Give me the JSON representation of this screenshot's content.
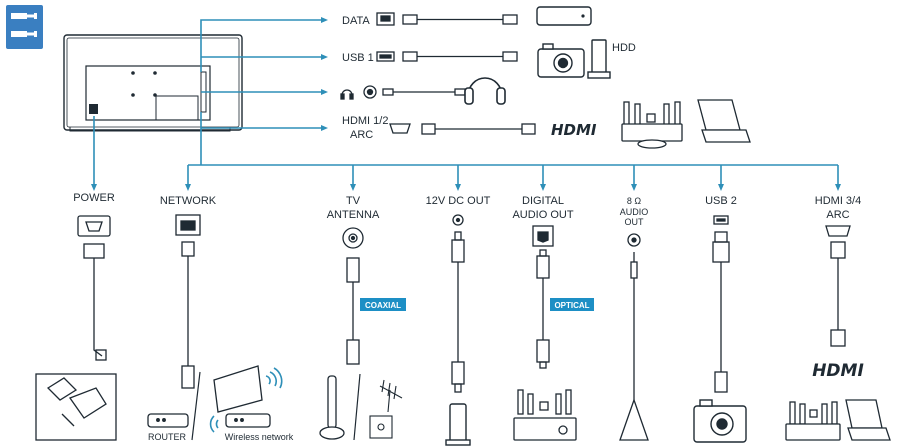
{
  "badge": {
    "icon": "connector-badge-icon",
    "color": "#3a7fc1"
  },
  "colors": {
    "line": "#2e8fb8",
    "ink": "#1f2a33",
    "tag": "#1d8fc5"
  },
  "top_ports": [
    {
      "label": "DATA",
      "devices": [
        "set-top-box-icon"
      ]
    },
    {
      "label": "USB 1",
      "devices": [
        "camera-icon",
        "hdd-icon"
      ],
      "extra_label": "HDD"
    },
    {
      "label": "",
      "devices": [
        "headphones-icon"
      ]
    },
    {
      "label": "HDMI 1/2",
      "label2": "ARC",
      "devices": [
        "hdmi-logo",
        "home-theater-icon",
        "laptop-icon"
      ],
      "logo_text": "HDMI"
    }
  ],
  "bottom_ports": [
    {
      "id": "power",
      "label": "POWER"
    },
    {
      "id": "network",
      "label": "NETWORK",
      "sub": [
        "ROUTER",
        "Wireless network"
      ]
    },
    {
      "id": "tv-antenna",
      "label": "TV",
      "label2": "ANTENNA",
      "tag": "COAXIAL"
    },
    {
      "id": "dc-out",
      "label": "12V DC OUT"
    },
    {
      "id": "digital-audio",
      "label": "DIGITAL",
      "label2": "AUDIO OUT",
      "tag": "OPTICAL"
    },
    {
      "id": "audio-out",
      "label": "8 Ω",
      "label2": "AUDIO",
      "label3": "OUT"
    },
    {
      "id": "usb2",
      "label": "USB 2"
    },
    {
      "id": "hdmi34",
      "label": "HDMI 3/4",
      "label2": "ARC",
      "logo_text": "HDMI"
    }
  ]
}
